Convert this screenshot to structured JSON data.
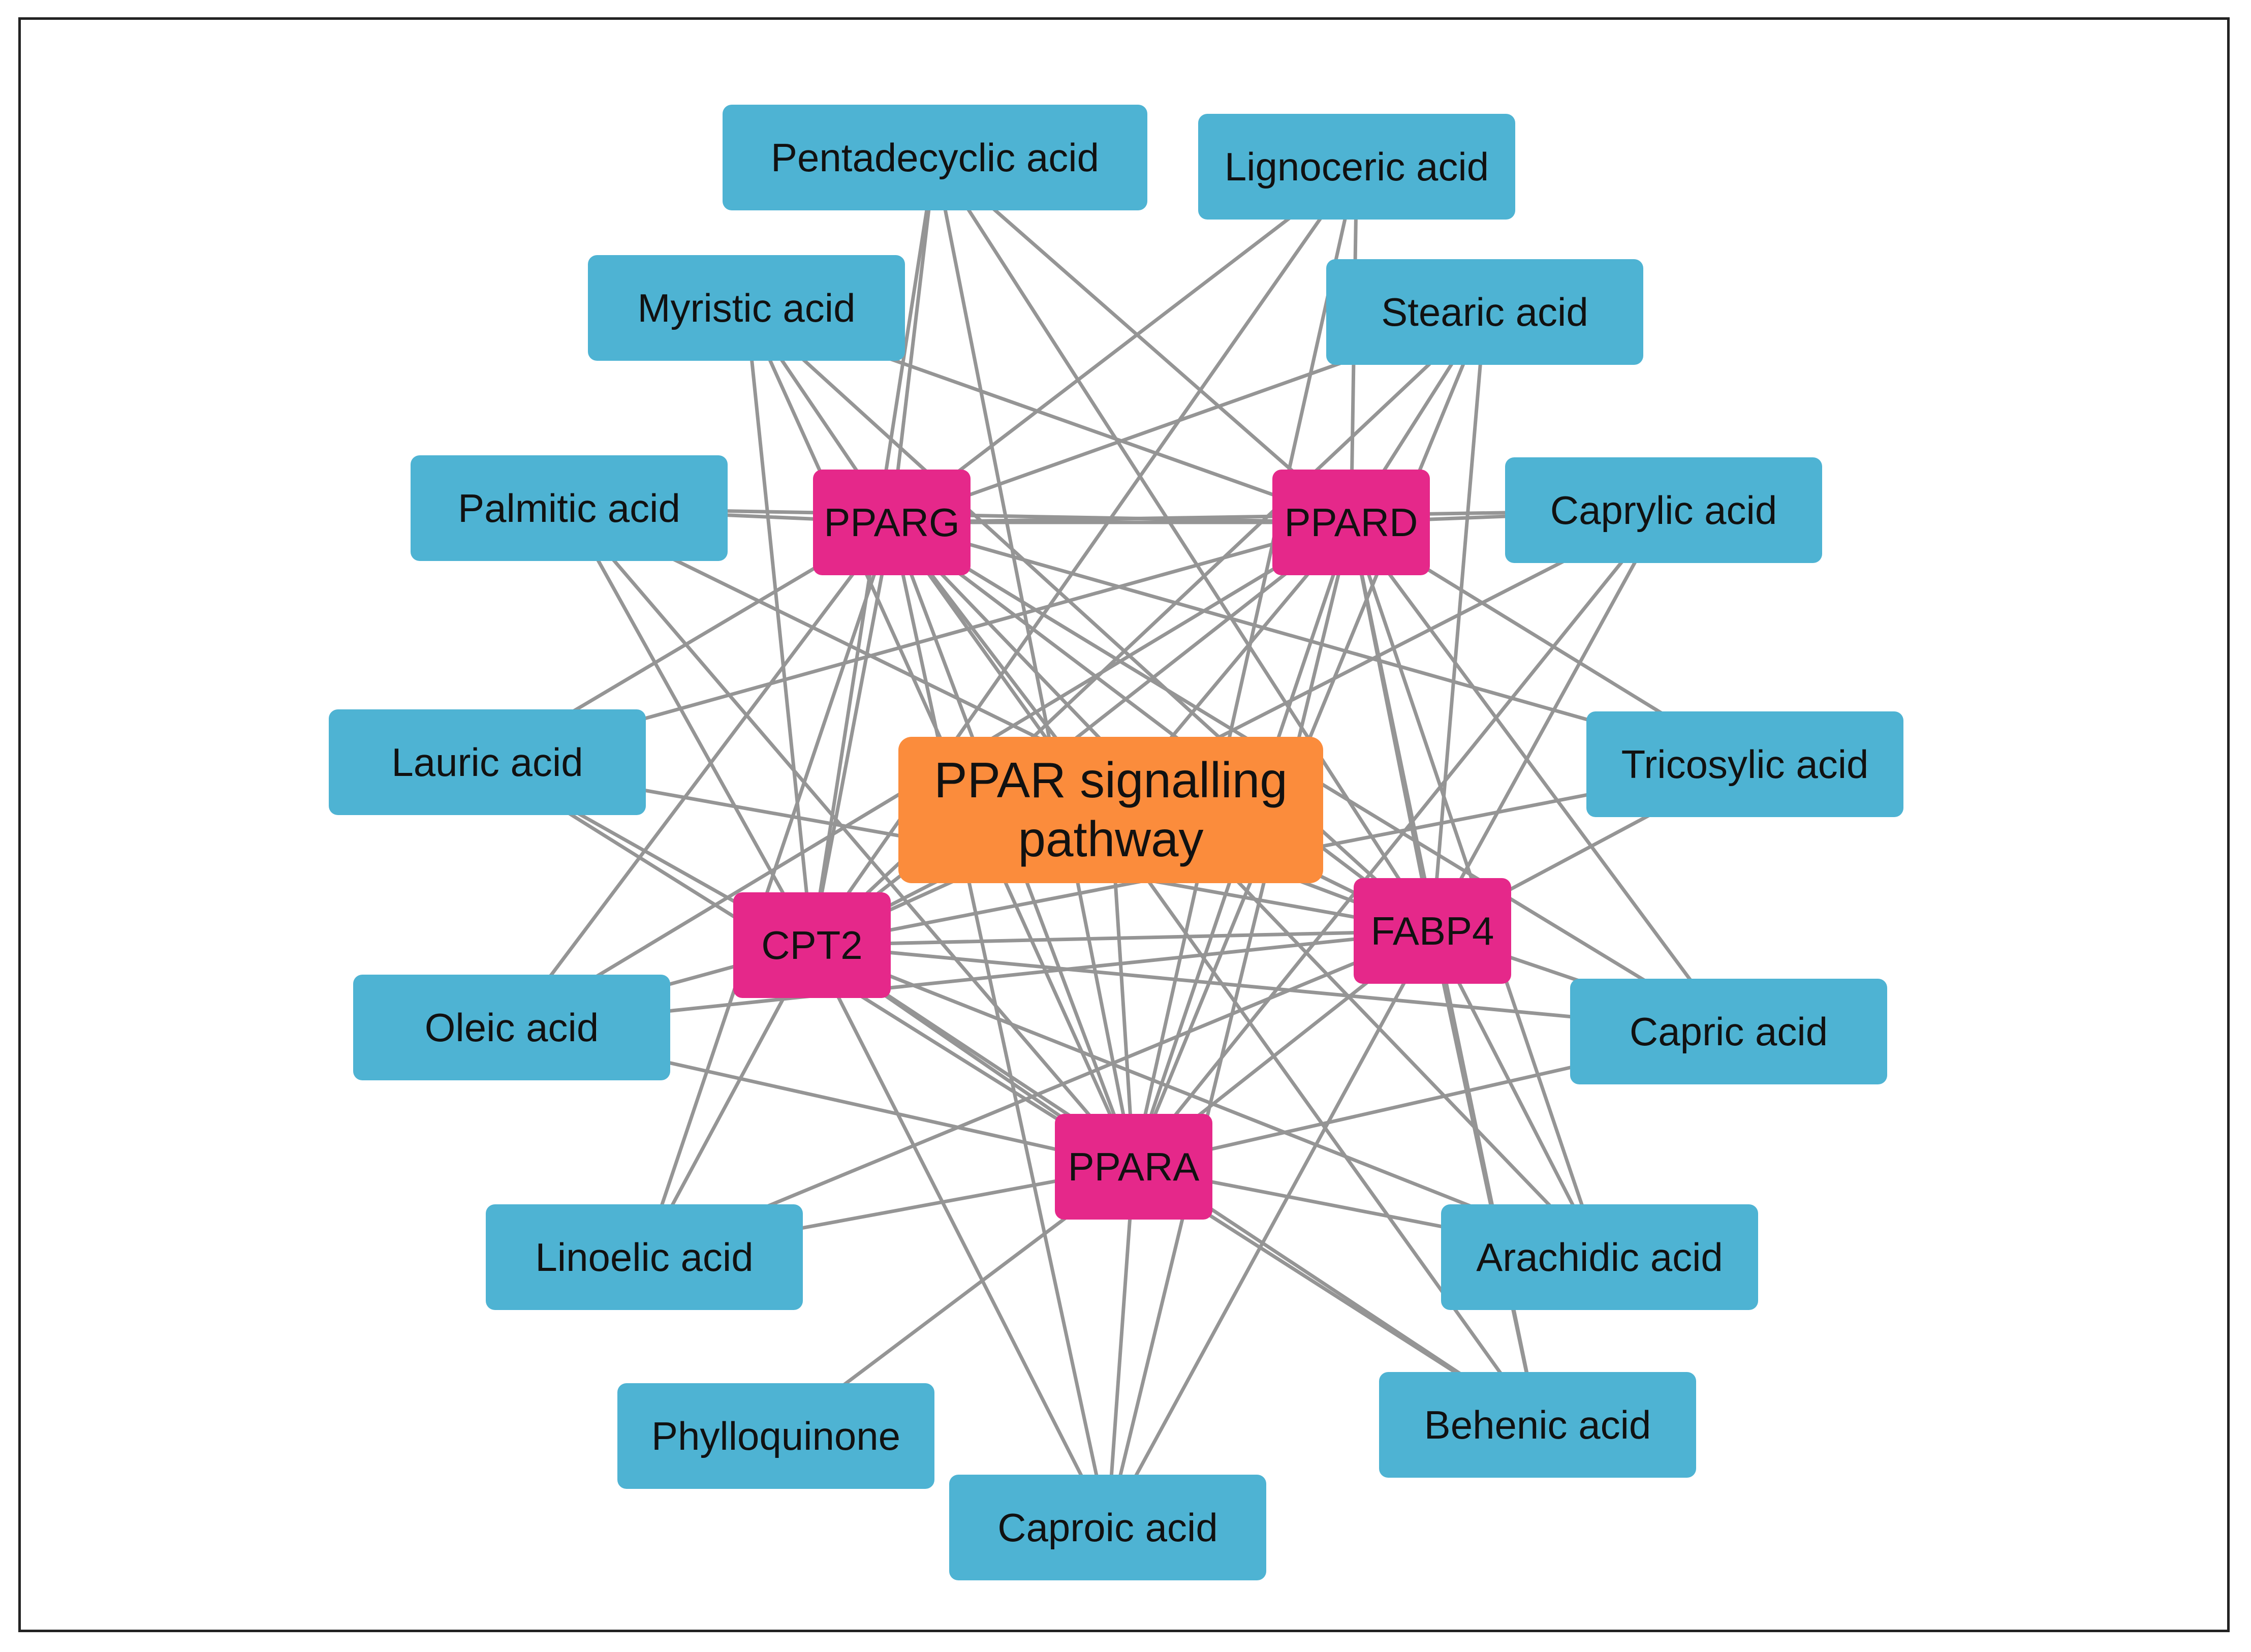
{
  "colors": {
    "compound": "#4eb3d3",
    "target": "#e5288a",
    "pathway": "#fb8c3c",
    "edge": "#959595",
    "frame": "#222222"
  },
  "nodes": [
    {
      "id": "pathway",
      "label": "PPAR signalling pathway",
      "type": "pathway"
    },
    {
      "id": "PPARG",
      "label": "PPARG",
      "type": "target"
    },
    {
      "id": "PPARD",
      "label": "PPARD",
      "type": "target"
    },
    {
      "id": "CPT2",
      "label": "CPT2",
      "type": "target"
    },
    {
      "id": "FABP4",
      "label": "FABP4",
      "type": "target"
    },
    {
      "id": "PPARA",
      "label": "PPARA",
      "type": "target"
    },
    {
      "id": "pentadecyclic",
      "label": "Pentadecyclic acid",
      "type": "compound"
    },
    {
      "id": "lignoceric",
      "label": "Lignoceric acid",
      "type": "compound"
    },
    {
      "id": "myristic",
      "label": "Myristic acid",
      "type": "compound"
    },
    {
      "id": "stearic",
      "label": "Stearic acid",
      "type": "compound"
    },
    {
      "id": "palmitic",
      "label": "Palmitic acid",
      "type": "compound"
    },
    {
      "id": "caprylic",
      "label": "Caprylic acid",
      "type": "compound"
    },
    {
      "id": "lauric",
      "label": "Lauric acid",
      "type": "compound"
    },
    {
      "id": "tricosylic",
      "label": "Tricosylic acid",
      "type": "compound"
    },
    {
      "id": "oleic",
      "label": "Oleic acid",
      "type": "compound"
    },
    {
      "id": "capric",
      "label": "Capric acid",
      "type": "compound"
    },
    {
      "id": "linoelic",
      "label": "Linoelic acid",
      "type": "compound"
    },
    {
      "id": "arachidic",
      "label": "Arachidic acid",
      "type": "compound"
    },
    {
      "id": "phylloquinone",
      "label": "Phylloquinone",
      "type": "compound"
    },
    {
      "id": "behenic",
      "label": "Behenic acid",
      "type": "compound"
    },
    {
      "id": "caproic",
      "label": "Caproic acid",
      "type": "compound"
    }
  ],
  "edges": [
    [
      "PPARG",
      "PPARD"
    ],
    [
      "PPARG",
      "CPT2"
    ],
    [
      "PPARG",
      "FABP4"
    ],
    [
      "PPARG",
      "PPARA"
    ],
    [
      "PPARG",
      "pathway"
    ],
    [
      "PPARD",
      "CPT2"
    ],
    [
      "PPARD",
      "FABP4"
    ],
    [
      "PPARD",
      "PPARA"
    ],
    [
      "PPARD",
      "pathway"
    ],
    [
      "CPT2",
      "FABP4"
    ],
    [
      "CPT2",
      "PPARA"
    ],
    [
      "CPT2",
      "pathway"
    ],
    [
      "FABP4",
      "PPARA"
    ],
    [
      "FABP4",
      "pathway"
    ],
    [
      "PPARA",
      "pathway"
    ],
    [
      "pentadecyclic",
      "PPARG"
    ],
    [
      "pentadecyclic",
      "PPARD"
    ],
    [
      "pentadecyclic",
      "CPT2"
    ],
    [
      "pentadecyclic",
      "FABP4"
    ],
    [
      "pentadecyclic",
      "PPARA"
    ],
    [
      "lignoceric",
      "PPARG"
    ],
    [
      "lignoceric",
      "PPARD"
    ],
    [
      "lignoceric",
      "CPT2"
    ],
    [
      "lignoceric",
      "PPARA"
    ],
    [
      "myristic",
      "PPARG"
    ],
    [
      "myristic",
      "PPARD"
    ],
    [
      "myristic",
      "CPT2"
    ],
    [
      "myristic",
      "FABP4"
    ],
    [
      "myristic",
      "PPARA"
    ],
    [
      "stearic",
      "PPARG"
    ],
    [
      "stearic",
      "PPARD"
    ],
    [
      "stearic",
      "CPT2"
    ],
    [
      "stearic",
      "FABP4"
    ],
    [
      "stearic",
      "PPARA"
    ],
    [
      "palmitic",
      "PPARG"
    ],
    [
      "palmitic",
      "PPARD"
    ],
    [
      "palmitic",
      "CPT2"
    ],
    [
      "palmitic",
      "FABP4"
    ],
    [
      "palmitic",
      "PPARA"
    ],
    [
      "caprylic",
      "PPARG"
    ],
    [
      "caprylic",
      "PPARD"
    ],
    [
      "caprylic",
      "CPT2"
    ],
    [
      "caprylic",
      "FABP4"
    ],
    [
      "caprylic",
      "PPARA"
    ],
    [
      "lauric",
      "PPARG"
    ],
    [
      "lauric",
      "PPARD"
    ],
    [
      "lauric",
      "CPT2"
    ],
    [
      "lauric",
      "FABP4"
    ],
    [
      "lauric",
      "PPARA"
    ],
    [
      "tricosylic",
      "PPARG"
    ],
    [
      "tricosylic",
      "PPARD"
    ],
    [
      "tricosylic",
      "CPT2"
    ],
    [
      "tricosylic",
      "FABP4"
    ],
    [
      "oleic",
      "PPARG"
    ],
    [
      "oleic",
      "PPARD"
    ],
    [
      "oleic",
      "CPT2"
    ],
    [
      "oleic",
      "FABP4"
    ],
    [
      "oleic",
      "PPARA"
    ],
    [
      "capric",
      "PPARG"
    ],
    [
      "capric",
      "PPARD"
    ],
    [
      "capric",
      "CPT2"
    ],
    [
      "capric",
      "FABP4"
    ],
    [
      "capric",
      "PPARA"
    ],
    [
      "linoelic",
      "PPARG"
    ],
    [
      "linoelic",
      "CPT2"
    ],
    [
      "linoelic",
      "FABP4"
    ],
    [
      "linoelic",
      "PPARA"
    ],
    [
      "arachidic",
      "PPARG"
    ],
    [
      "arachidic",
      "PPARD"
    ],
    [
      "arachidic",
      "CPT2"
    ],
    [
      "arachidic",
      "FABP4"
    ],
    [
      "arachidic",
      "PPARA"
    ],
    [
      "phylloquinone",
      "PPARA"
    ],
    [
      "behenic",
      "PPARG"
    ],
    [
      "behenic",
      "PPARD"
    ],
    [
      "behenic",
      "CPT2"
    ],
    [
      "behenic",
      "FABP4"
    ],
    [
      "behenic",
      "PPARA"
    ],
    [
      "caproic",
      "PPARG"
    ],
    [
      "caproic",
      "PPARD"
    ],
    [
      "caproic",
      "CPT2"
    ],
    [
      "caproic",
      "FABP4"
    ],
    [
      "caproic",
      "PPARA"
    ]
  ]
}
